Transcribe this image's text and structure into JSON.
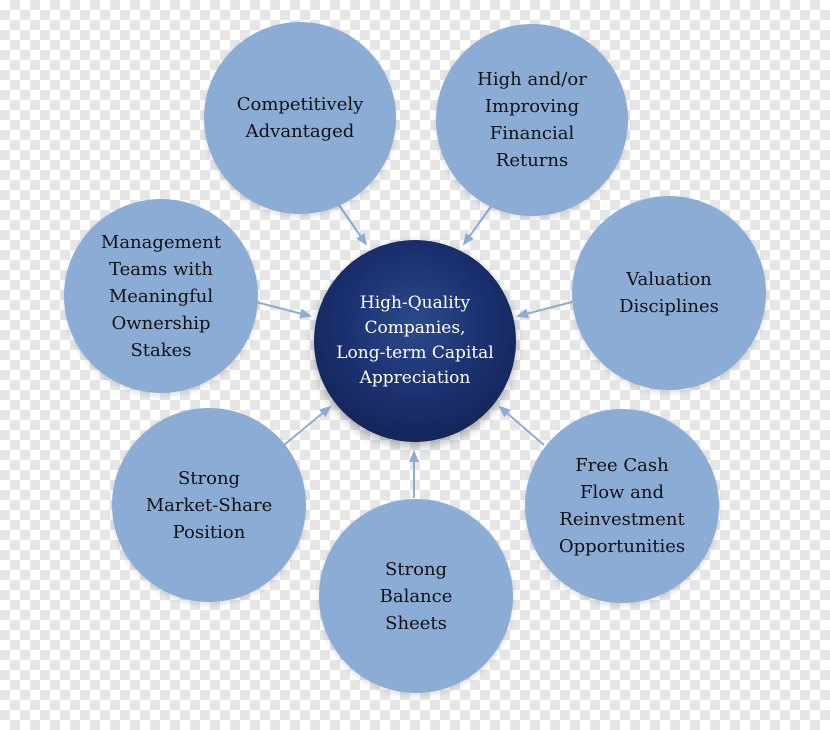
{
  "center": {
    "label": "High-Quality\nCompanies,\nLong-term Capital\nAppreciation"
  },
  "nodes": [
    {
      "id": "competitively-advantaged",
      "label": "Competitively\nAdvantaged"
    },
    {
      "id": "financial-returns",
      "label": "High and/or\nImproving\nFinancial\nReturns"
    },
    {
      "id": "valuation-disciplines",
      "label": "Valuation\nDisciplines"
    },
    {
      "id": "free-cash-flow",
      "label": "Free Cash\nFlow and\nReinvestment\nOpportunities"
    },
    {
      "id": "strong-balance-sheets",
      "label": "Strong\nBalance\nSheets"
    },
    {
      "id": "market-share",
      "label": "Strong\nMarket-Share\nPosition"
    },
    {
      "id": "management-teams",
      "label": "Management\nTeams with\nMeaningful\nOwnership\nStakes"
    }
  ],
  "colors": {
    "outer_circle": "#8badd5",
    "center_circle": "#1b3170",
    "arrow": "#8badd5",
    "center_text": "#ffffff",
    "outer_text": "#111111"
  }
}
